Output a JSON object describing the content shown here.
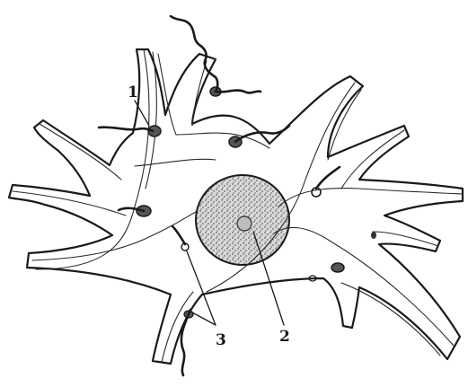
{
  "diagram": {
    "labels": {
      "synapse": "1",
      "nucleus": "2",
      "fibrils": "3"
    }
  }
}
